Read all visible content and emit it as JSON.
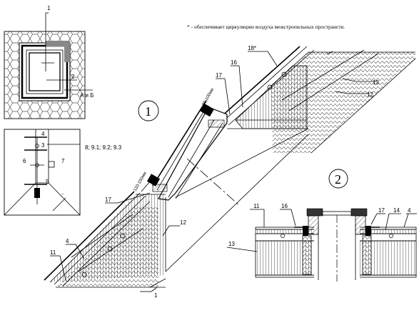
{
  "note": "* - обеспечивает циркуляцию воздуха межстропильных пространств.",
  "section_markers": {
    "one": "1",
    "two": "2"
  },
  "plan_view": {
    "label_1": "1",
    "label_2": "2",
    "label_ab": "А и Б"
  },
  "legend_box": {
    "label_4": "4",
    "label_3": "3",
    "label_6": "6",
    "label_7": "7",
    "label_5": "5",
    "label_refs": "8; 9.1; 9.2; 9.3"
  },
  "section_1": {
    "label_18": "18*",
    "label_16": "16",
    "label_17_top": "17",
    "label_13": "13",
    "label_12_top": "12",
    "dim_top": "60-100мм",
    "dim_bottom": "120-150мм",
    "label_17_bottom": "17",
    "label_12_bottom": "12",
    "label_4": "4",
    "label_11": "11",
    "label_1": "1"
  },
  "section_2": {
    "label_11": "11",
    "label_16": "16",
    "label_17": "17",
    "label_14": "14",
    "label_4": "4",
    "label_13": "13"
  }
}
